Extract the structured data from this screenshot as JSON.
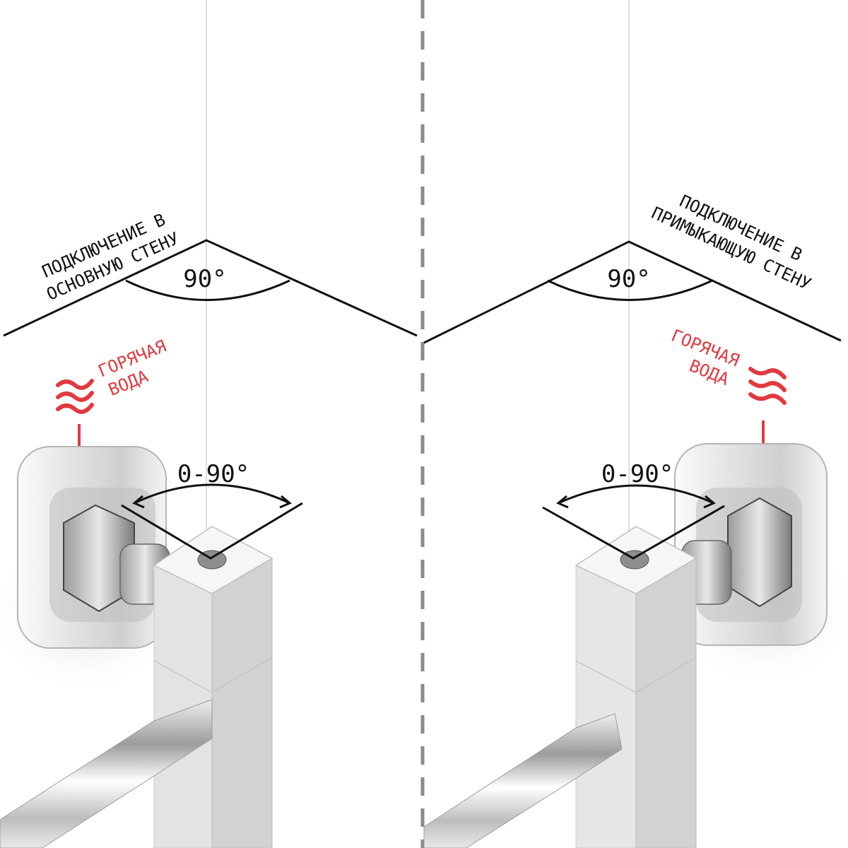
{
  "left_panel": {
    "title_line1": "ПОДКЛЮЧЕНИЕ В",
    "title_line2": "ОСНОВНУЮ СТЕНУ",
    "corner_angle": "90°",
    "rotation_range": "0-90°",
    "hot_water_line1": "ГОРЯЧАЯ",
    "hot_water_line2": "ВОДА"
  },
  "right_panel": {
    "title_line1": "ПОДКЛЮЧЕНИЕ В",
    "title_line2": "ПРИМЫКАЮЩУЮ СТЕНУ",
    "corner_angle": "90°",
    "rotation_range": "0-90°",
    "hot_water_line1": "ГОРЯЧАЯ",
    "hot_water_line2": "ВОДА"
  },
  "colors": {
    "hot_water": "#e03a40",
    "line": "#111111",
    "divider": "#8a8a8a",
    "chrome_light": "#f2f2f2",
    "chrome_dark": "#6e6e6e"
  }
}
